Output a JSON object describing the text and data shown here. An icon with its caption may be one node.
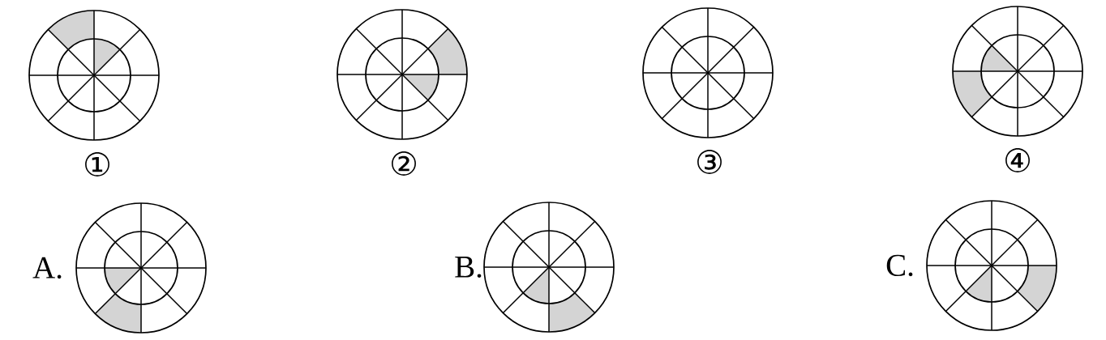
{
  "diagram": {
    "labels": [
      "①",
      "②",
      "③",
      "④",
      "A.",
      "B.",
      "C."
    ]
  }
}
